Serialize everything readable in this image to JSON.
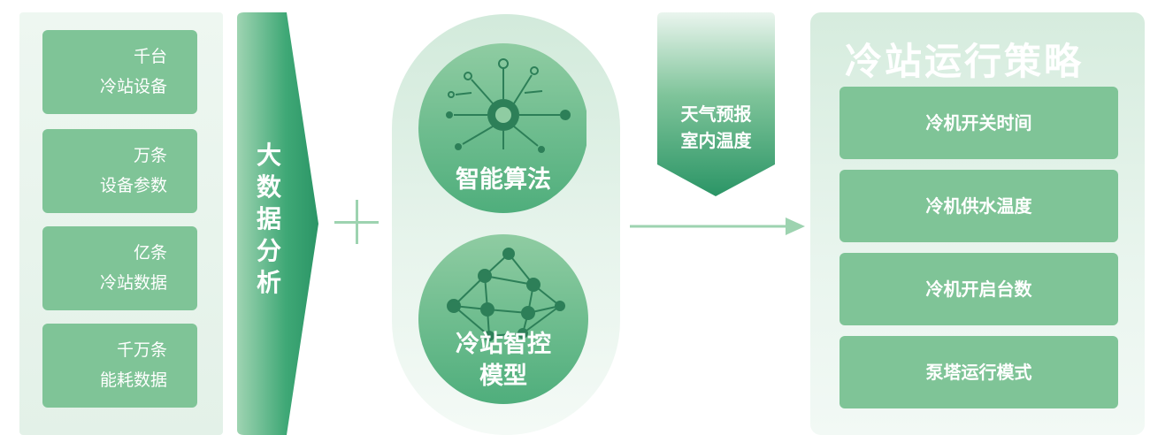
{
  "data_sources": [
    {
      "line1": "千台",
      "line2": "冷站设备"
    },
    {
      "line1": "万条",
      "line2": "设备参数"
    },
    {
      "line1": "亿条",
      "line2": "冷站数据"
    },
    {
      "line1": "千万条",
      "line2": "能耗数据"
    }
  ],
  "big_data": {
    "chars": [
      "大",
      "数",
      "据",
      "分",
      "析"
    ]
  },
  "algorithm": {
    "label": "智能算法"
  },
  "model": {
    "line1": "冷站智控",
    "line2": "模型"
  },
  "inputs": {
    "line1": "天气预报",
    "line2": "室内温度"
  },
  "strategy": {
    "title": "冷站运行策略",
    "items": [
      "冷机开关时间",
      "冷机供水温度",
      "冷机开启台数",
      "泵塔运行模式"
    ]
  },
  "colors": {
    "primary": "#2f9a6a",
    "card": "#7fc497",
    "light": "#e3f1e8"
  }
}
